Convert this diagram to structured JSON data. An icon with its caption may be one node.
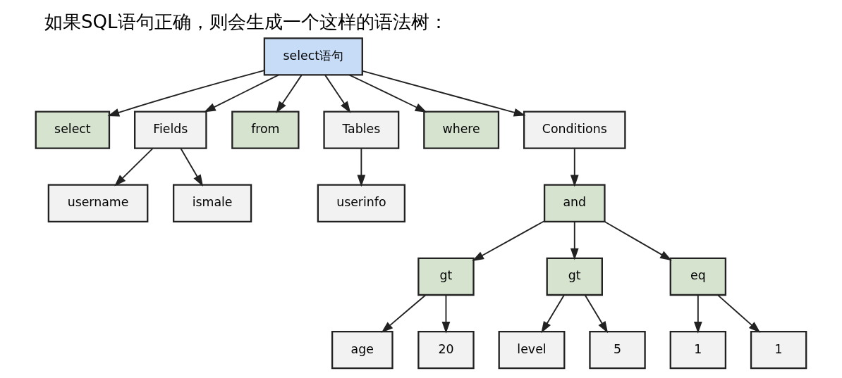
{
  "diagram": {
    "title": "如果SQL语句正确，则会生成一个这样的语法树：",
    "nodes": [
      {
        "text": [
          "select语句"
        ]
      },
      {
        "text": [
          "select"
        ]
      },
      {
        "text": [
          "Fields"
        ]
      },
      {
        "text": [
          "from"
        ]
      },
      {
        "text": [
          "Tables"
        ]
      },
      {
        "text": [
          "where"
        ]
      },
      {
        "text": [
          "Conditions"
        ]
      },
      {
        "text": [
          "username"
        ]
      },
      {
        "text": [
          "ismale"
        ]
      },
      {
        "text": [
          "userinfo"
        ]
      },
      {
        "text": [
          "and"
        ]
      },
      {
        "text": [
          "gt"
        ]
      },
      {
        "text": [
          "gt"
        ]
      },
      {
        "text": [
          "eq"
        ]
      },
      {
        "text": [
          "age"
        ]
      },
      {
        "text": [
          "20"
        ]
      },
      {
        "text": [
          "level"
        ]
      },
      {
        "text": [
          "5"
        ]
      },
      {
        "text": [
          "1"
        ]
      },
      {
        "text": [
          "1"
        ]
      }
    ],
    "edges": [
      {
        "from": 0,
        "to": 1,
        "arrow": "to"
      },
      {
        "from": 0,
        "to": 2,
        "arrow": "to"
      },
      {
        "from": 0,
        "to": 3,
        "arrow": "to"
      },
      {
        "from": 0,
        "to": 4,
        "arrow": "to"
      },
      {
        "from": 0,
        "to": 5,
        "arrow": "to"
      },
      {
        "from": 0,
        "to": 6,
        "arrow": "to"
      },
      {
        "from": 2,
        "to": 7,
        "arrow": "to"
      },
      {
        "from": 2,
        "to": 8,
        "arrow": "to"
      },
      {
        "from": 4,
        "to": 9,
        "arrow": "to"
      },
      {
        "from": 6,
        "to": 10,
        "arrow": "to"
      },
      {
        "from": 10,
        "to": 11,
        "arrow": "to"
      },
      {
        "from": 10,
        "to": 12,
        "arrow": "to"
      },
      {
        "from": 10,
        "to": 13,
        "arrow": "to"
      },
      {
        "from": 11,
        "to": 14,
        "arrow": "to"
      },
      {
        "from": 11,
        "to": 15,
        "arrow": "to"
      },
      {
        "from": 12,
        "to": 16,
        "arrow": "to"
      },
      {
        "from": 12,
        "to": 17,
        "arrow": "to"
      },
      {
        "from": 13,
        "to": 18,
        "arrow": "to"
      },
      {
        "from": 13,
        "to": 19,
        "arrow": "to"
      }
    ]
  }
}
